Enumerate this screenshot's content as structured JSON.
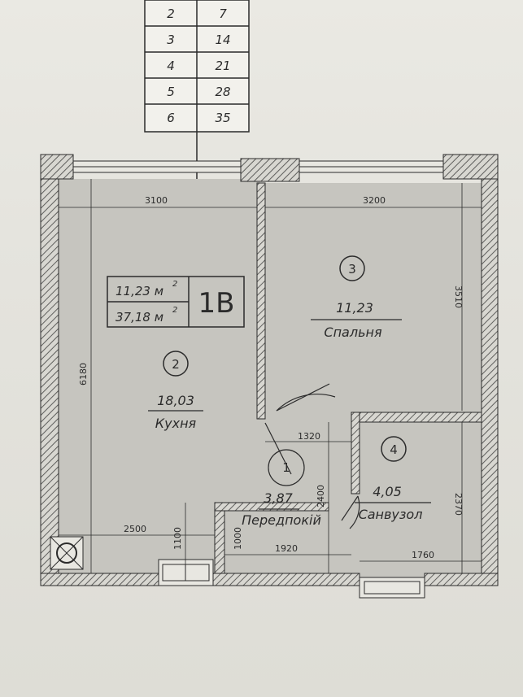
{
  "legend_table": [
    {
      "a": "2",
      "b": "7"
    },
    {
      "a": "3",
      "b": "14"
    },
    {
      "a": "4",
      "b": "21"
    },
    {
      "a": "5",
      "b": "28"
    },
    {
      "a": "6",
      "b": "35"
    }
  ],
  "apartment": {
    "code": "1В",
    "living_area": "11,23 м",
    "living_area_sup": "2",
    "total_area": "37,18 м",
    "total_area_sup": "2"
  },
  "rooms": [
    {
      "number": "2",
      "area": "18,03",
      "name": "Кухня"
    },
    {
      "number": "3",
      "area": "11,23",
      "name": "Спальня"
    },
    {
      "number": "4",
      "area": "4,05",
      "name": "Санвузол"
    },
    {
      "number": "1",
      "area": "3,87",
      "name": "Передпокій"
    }
  ],
  "dimensions": {
    "top_left": "3100",
    "top_right": "3200",
    "left_height": "6180",
    "bedroom_height": "3510",
    "hall_width": "1320",
    "hall_height": "2400",
    "bath_height": "2370",
    "bottom_left": "2500",
    "bottom_mid": "1920",
    "bottom_right": "1760",
    "small_a": "1100",
    "small_b": "1000"
  },
  "colors": {
    "paper": "#e6e5df",
    "floor": "#c6c5bf",
    "wall_hatch": "#7a7a78",
    "line": "#2b2b2b"
  }
}
